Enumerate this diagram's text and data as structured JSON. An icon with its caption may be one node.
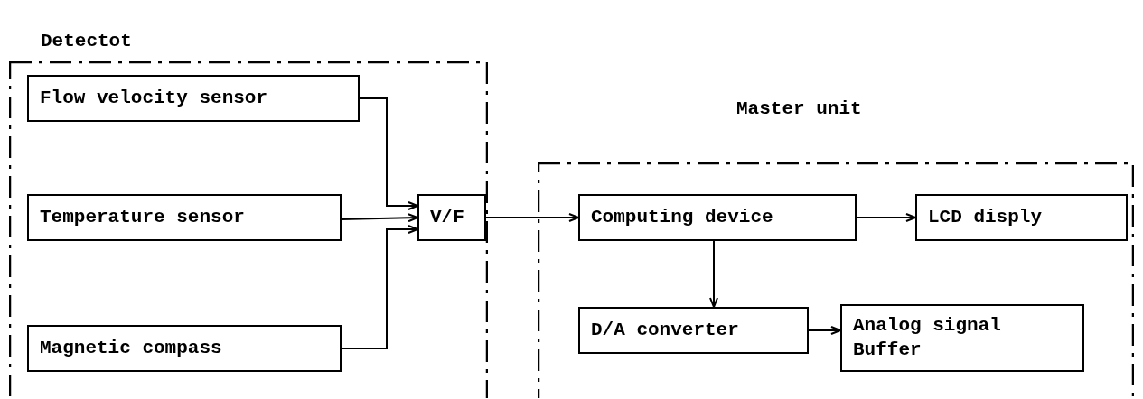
{
  "diagram": {
    "nodes": [
      {
        "text": [
          "Detectot"
        ]
      },
      {
        "text": [
          "Flow velocity sensor"
        ],
        "in": 0
      },
      {
        "text": [
          "Temperature sensor"
        ],
        "in": 0
      },
      {
        "text": [
          "Magnetic compass"
        ],
        "in": 0
      },
      {
        "text": [
          "V/F"
        ],
        "in": 0
      },
      {
        "text": [
          "Master unit"
        ]
      },
      {
        "text": [
          "Computing device"
        ],
        "in": 5
      },
      {
        "text": [
          "LCD disply"
        ],
        "in": 5
      },
      {
        "text": [
          "D/A converter"
        ],
        "in": 5
      },
      {
        "text": [
          "Analog signal Buffer"
        ],
        "in": 5
      }
    ],
    "edges": [
      {
        "from": 1,
        "to": 4,
        "arrow": "to"
      },
      {
        "from": 2,
        "to": 4,
        "arrow": "to"
      },
      {
        "from": 3,
        "to": 4,
        "arrow": "to"
      },
      {
        "from": 4,
        "to": 6,
        "arrow": "to"
      },
      {
        "from": 6,
        "to": 7,
        "arrow": "to"
      },
      {
        "from": 6,
        "to": 8,
        "arrow": "to"
      },
      {
        "from": 8,
        "to": 9,
        "arrow": "to"
      }
    ]
  }
}
